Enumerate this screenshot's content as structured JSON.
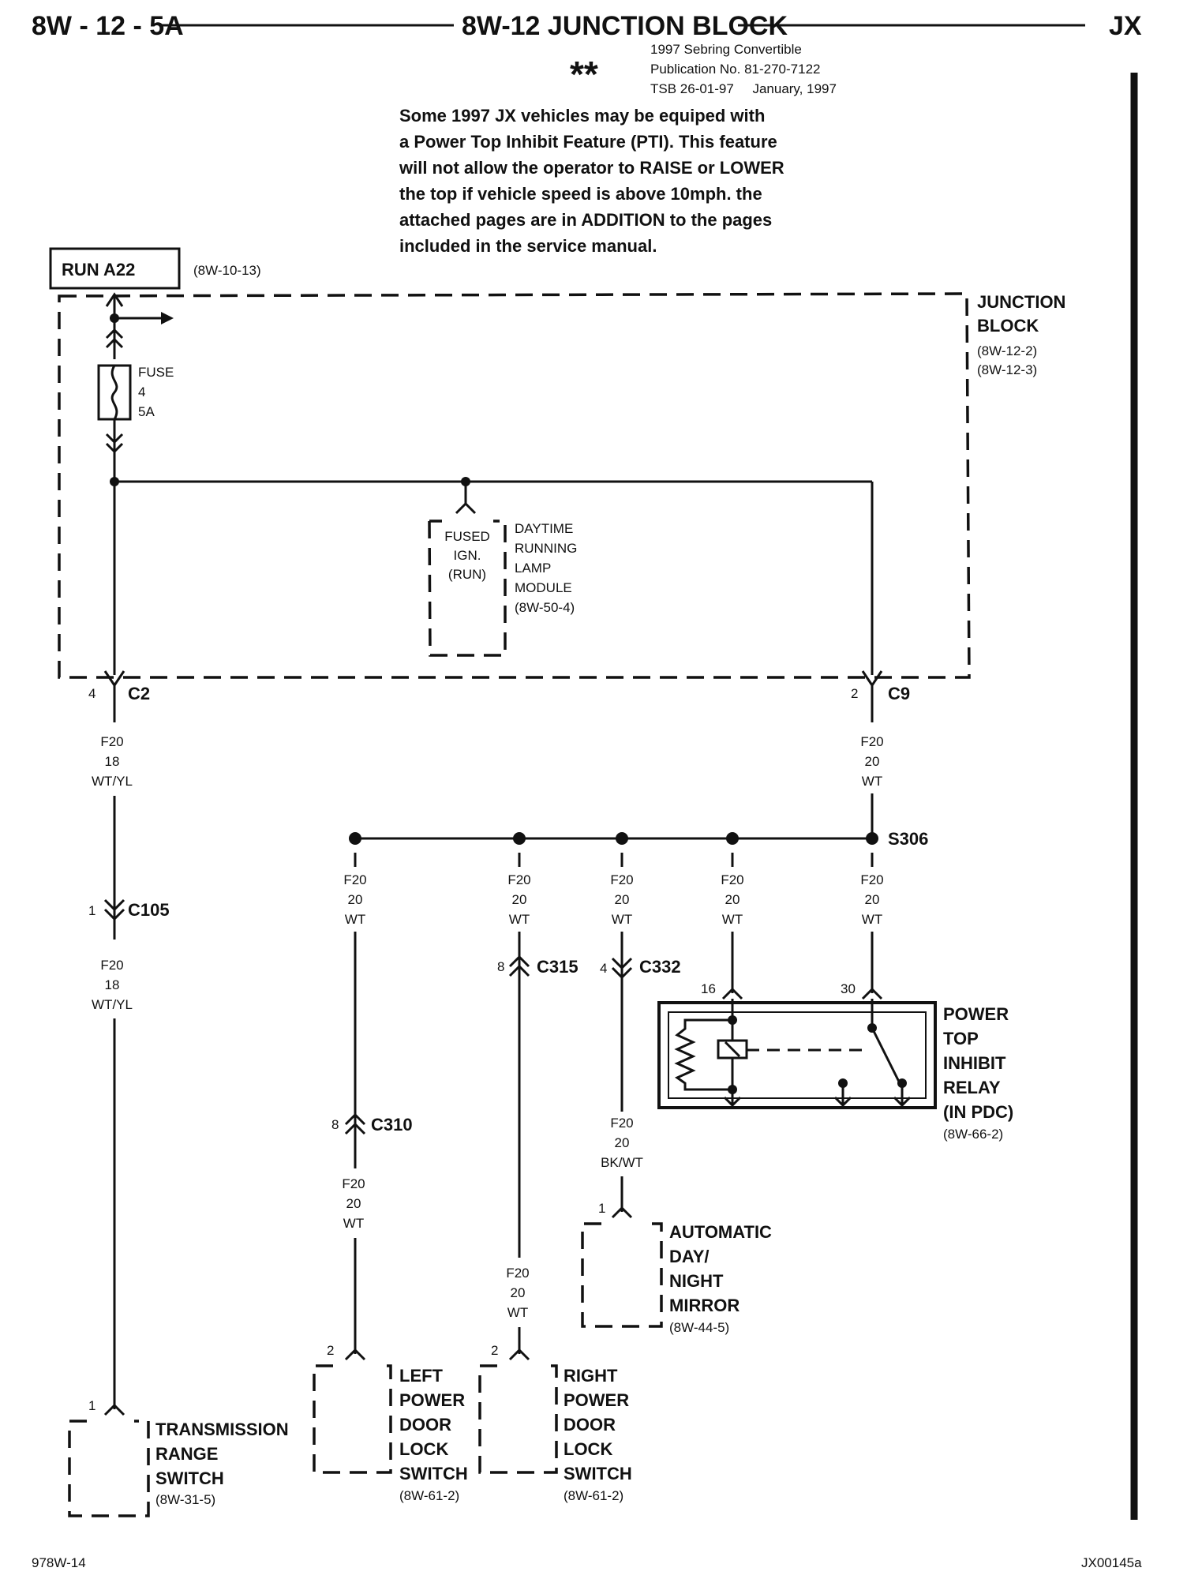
{
  "header": {
    "left": "8W - 12 - 5A",
    "title": "8W-12 JUNCTION BLOCK",
    "right": "JX",
    "stars": "**",
    "pub_lines": [
      "1997 Sebring Convertible",
      "Publication No. 81-270-7122",
      "TSB 26-01-97     January, 1997"
    ]
  },
  "note_lines": [
    "Some 1997 JX vehicles may be equiped with",
    "a Power Top Inhibit Feature (PTI). This feature",
    "will not allow the operator to RAISE or LOWER",
    "the top if vehicle speed is above 10mph. the",
    "attached pages are in ADDITION to the pages",
    "included in the service manual."
  ],
  "source": {
    "label": "RUN A22",
    "ref": "(8W-10-13)"
  },
  "junction_block": {
    "lines": [
      "JUNCTION",
      "BLOCK",
      "(8W-12-2)",
      "(8W-12-3)"
    ]
  },
  "fuse": {
    "lines": [
      "FUSE",
      "4",
      "5A"
    ]
  },
  "drl_module": {
    "pin_lines": [
      "FUSED",
      "IGN.",
      "(RUN)"
    ],
    "lines": [
      "DAYTIME",
      "RUNNING",
      "LAMP",
      "MODULE",
      "(8W-50-4)"
    ]
  },
  "connectors": {
    "c2": {
      "pin": "4",
      "name": "C2"
    },
    "c9": {
      "pin": "2",
      "name": "C9"
    },
    "c105": {
      "pin": "1",
      "name": "C105"
    },
    "c315": {
      "pin": "8",
      "name": "C315"
    },
    "c332": {
      "pin": "4",
      "name": "C332"
    },
    "c310": {
      "pin": "8",
      "name": "C310"
    }
  },
  "splice": "S306",
  "wires": {
    "f20_18_wtyl": [
      "F20",
      "18",
      "WT/YL"
    ],
    "f20_20_wt": [
      "F20",
      "20",
      "WT"
    ],
    "f20_20_bkwt": [
      "F20",
      "20",
      "BK/WT"
    ]
  },
  "relay": {
    "pin_16": "16",
    "pin_30": "30",
    "lines": [
      "POWER",
      "TOP",
      "INHIBIT",
      "RELAY",
      "(IN PDC)"
    ],
    "ref": "(8W-66-2)"
  },
  "mirror": {
    "pin": "1",
    "lines": [
      "AUTOMATIC",
      "DAY/",
      "NIGHT",
      "MIRROR"
    ],
    "ref": "(8W-44-5)"
  },
  "trs": {
    "pin": "1",
    "lines": [
      "TRANSMISSION",
      "RANGE",
      "SWITCH"
    ],
    "ref": "(8W-31-5)"
  },
  "left_lock": {
    "pin": "2",
    "lines": [
      "LEFT",
      "POWER",
      "DOOR",
      "LOCK",
      "SWITCH"
    ],
    "ref": "(8W-61-2)"
  },
  "right_lock": {
    "pin": "2",
    "lines": [
      "RIGHT",
      "POWER",
      "DOOR",
      "LOCK",
      "SWITCH"
    ],
    "ref": "(8W-61-2)"
  },
  "footer": {
    "left": "978W-14",
    "right": "JX00145a"
  }
}
